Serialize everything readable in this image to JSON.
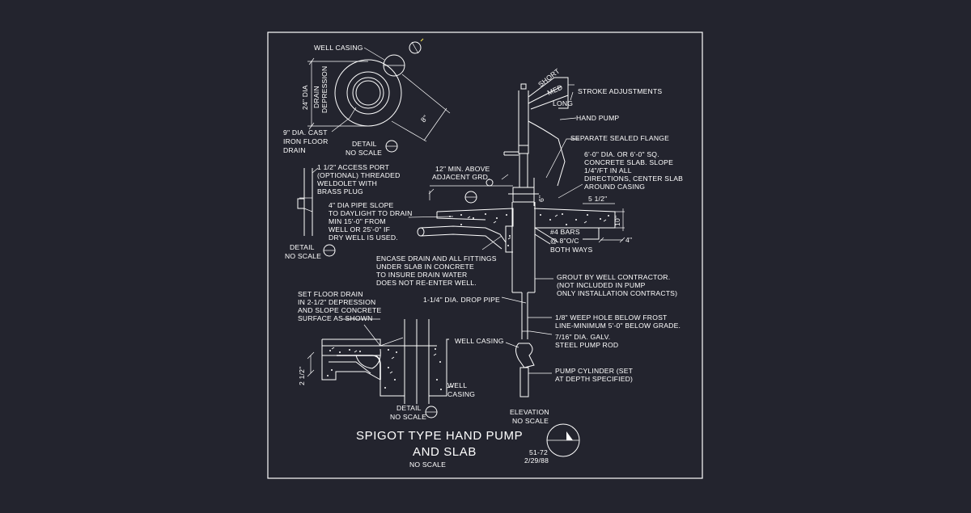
{
  "colors": {
    "background": "#23242e",
    "linework": "#ffffff",
    "accent": "#e8d84a"
  },
  "title": {
    "line1": "SPIGOT TYPE HAND PUMP",
    "line2": "AND SLAB",
    "scale": "NO SCALE"
  },
  "sheet": {
    "number": "51-72",
    "date": "2/29/88"
  },
  "plan_detail": {
    "well_casing": "WELL CASING",
    "dia_24": "24\" DIA",
    "drain_depression_1": "DRAIN",
    "drain_depression_2": "DEPRESSION",
    "dim_8": "8\"",
    "floor_drain_1": "9\" DIA. CAST",
    "floor_drain_2": "IRON FLOOR",
    "floor_drain_3": "DRAIN",
    "detail": "DETAIL",
    "no_scale": "NO SCALE"
  },
  "access_detail": {
    "line1": "1 1/2\" ACCESS PORT",
    "line2": "(OPTIONAL) THREADED",
    "line3": "WELDOLET WITH",
    "line4": "BRASS PLUG",
    "detail": "DETAIL",
    "no_scale": "NO SCALE"
  },
  "drain_detail": {
    "note1": "SET FLOOR DRAIN",
    "note2": "IN 2-1/2\" DEPRESSION",
    "note3": "AND SLOPE CONCRETE",
    "note4": "SURFACE AS SHOWN",
    "dim_2_5": "2 1/2\"",
    "well": "WELL",
    "casing": "CASING",
    "detail": "DETAIL",
    "no_scale": "NO SCALE"
  },
  "elevation": {
    "short": "SHORT",
    "med": "MED",
    "long": "LONG",
    "stroke_adjustments": "STROKE ADJUSTMENTS",
    "hand_pump": "HAND PUMP",
    "sealed_flange": "SEPARATE SEALED FLANGE",
    "slab1": "6'-0\" DIA. OR 6'-0\" SQ.",
    "slab2": "CONCRETE SLAB. SLOPE",
    "slab3": "1/4\"/FT IN ALL",
    "slab4": "DIRECTIONS, CENTER SLAB",
    "slab5": "AROUND CASING",
    "min12_1": "12\" MIN. ABOVE",
    "min12_2": "ADJACENT GRD.",
    "dim_6": "6\"",
    "dim_5_5": "5 1/2\"",
    "dim_10": "10\"",
    "dim_4": "4\"",
    "pipe1": "4\" DIA PIPE SLOPE",
    "pipe2": "TO DAYLIGHT TO DRAIN",
    "pipe3": "MIN 15'-0\" FROM",
    "pipe4": "WELL OR 25'-0\" IF",
    "pipe5": "DRY WELL IS USED.",
    "bars1": "#4 BARS",
    "bars2": "@ 8\"O/C",
    "bars3": "BOTH WAYS",
    "encase1": "ENCASE DRAIN AND ALL FITTINGS",
    "encase2": "UNDER SLAB IN CONCRETE",
    "encase3": "TO INSURE DRAIN WATER",
    "encase4": "DOES NOT RE-ENTER WELL.",
    "grout1": "GROUT BY WELL CONTRACTOR.",
    "grout2": "(NOT INCLUDED IN PUMP",
    "grout3": "ONLY INSTALLATION CONTRACTS)",
    "drop_pipe": "1-1/4\" DIA. DROP PIPE",
    "weep1": "1/8\" WEEP HOLE BELOW FROST",
    "weep2": "LINE-MINIMUM 5'-0\" BELOW GRADE.",
    "rod1": "7/16\" DIA. GALV.",
    "rod2": "STEEL PUMP ROD",
    "well_casing": "WELL CASING",
    "cyl1": "PUMP CYLINDER (SET",
    "cyl2": "AT DEPTH SPECIFIED)",
    "label": "ELEVATION",
    "no_scale": "NO SCALE"
  }
}
